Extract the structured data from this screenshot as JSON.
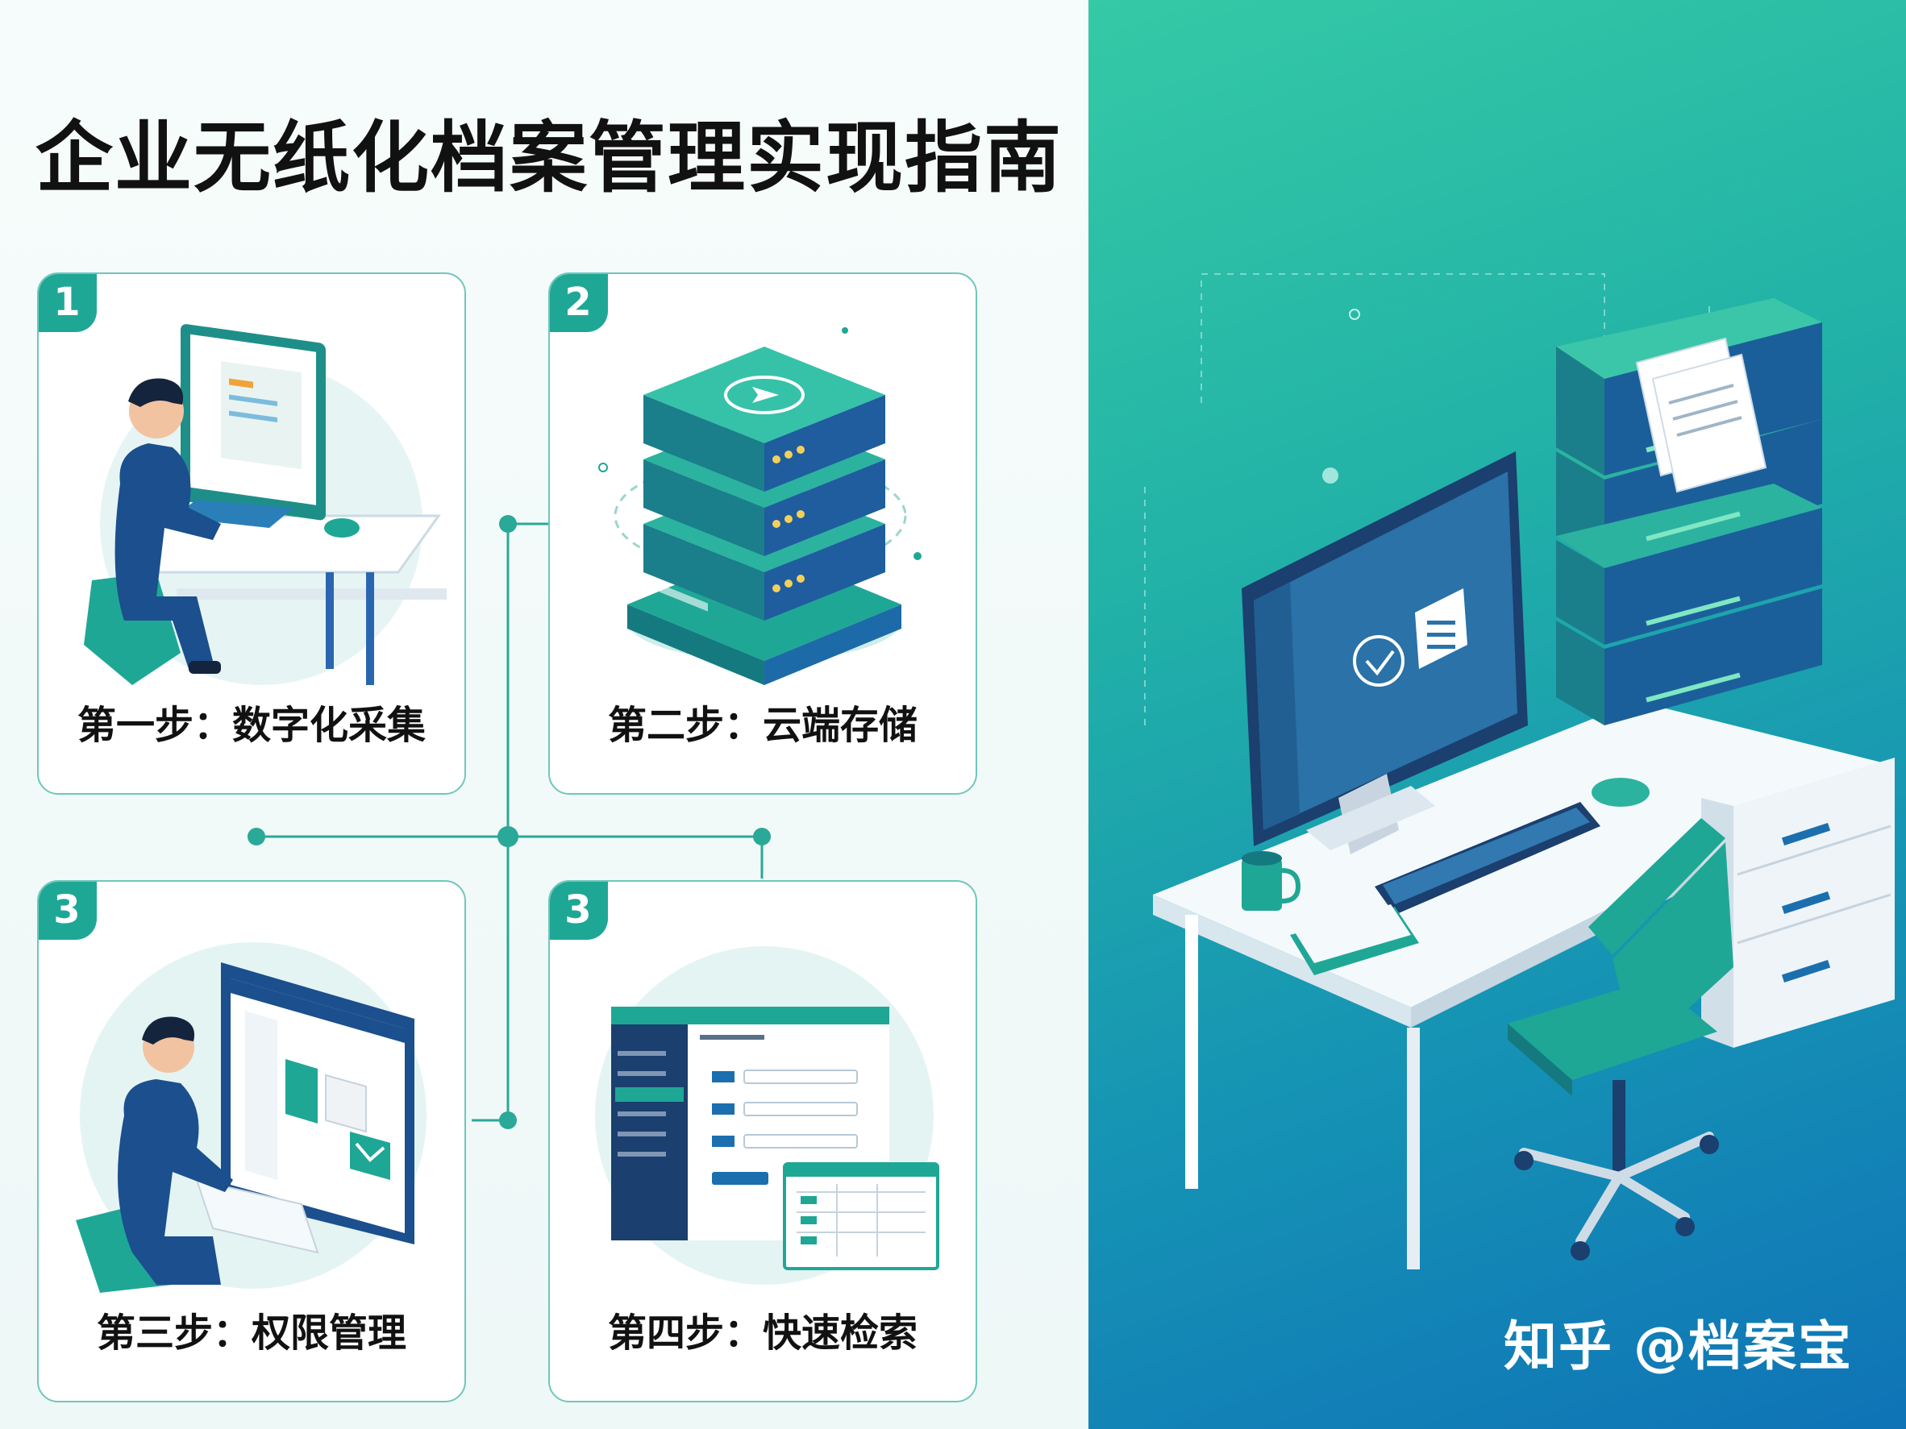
{
  "page": {
    "title": "企业无纸化档案管理实现指南",
    "watermark": "知乎 @档案宝"
  },
  "steps": [
    {
      "number": "1",
      "label": "第一步：数字化采集",
      "icon": "person-at-computer-icon"
    },
    {
      "number": "2",
      "label": "第二步：云端存储",
      "icon": "server-stack-icon"
    },
    {
      "number": "3",
      "label": "第三步：权限管理",
      "icon": "person-at-monitor-icon"
    },
    {
      "number": "3",
      "label": "第四步：快速检索",
      "icon": "search-dashboard-icon"
    }
  ],
  "colors": {
    "accent": "#1fa796",
    "card_border": "#6fc7bb",
    "navy": "#1b4f8e",
    "panel_gradient_top": "#35c9a6",
    "panel_gradient_bottom": "#0f73b6"
  }
}
